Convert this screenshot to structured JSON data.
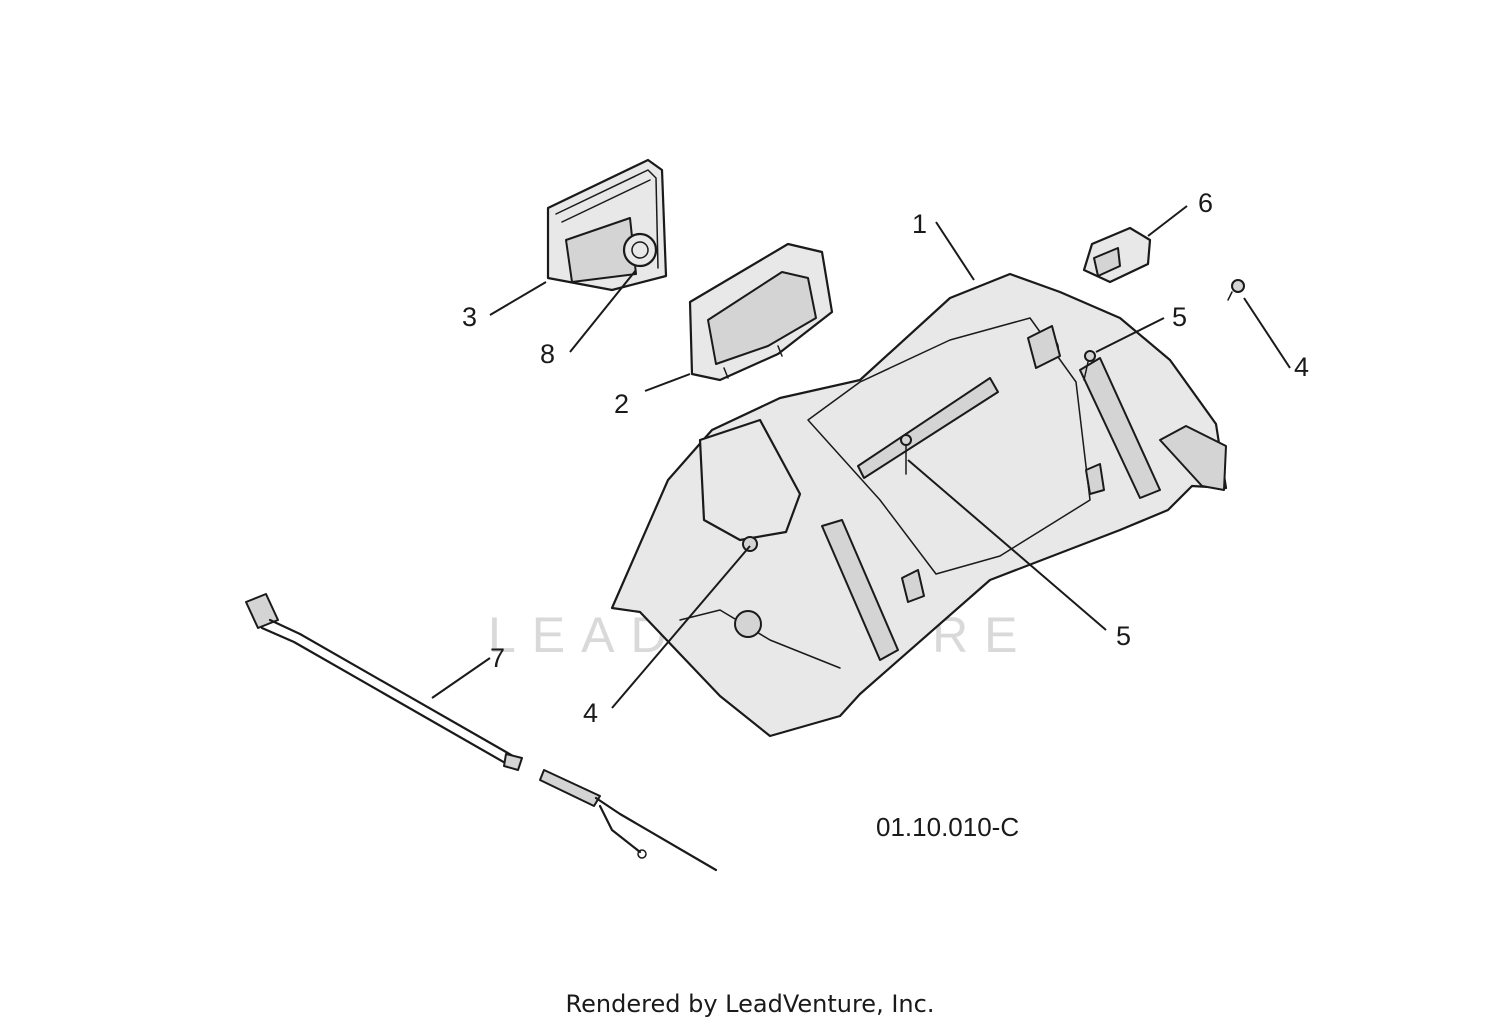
{
  "diagram": {
    "code": "01.10.010-C",
    "watermark": "LEADVENTURE",
    "footer": "Rendered by LeadVenture, Inc.",
    "callouts": [
      {
        "id": "c1",
        "label": "1",
        "part": "hood-body"
      },
      {
        "id": "c2",
        "label": "2",
        "part": "headlight-bezel"
      },
      {
        "id": "c3",
        "label": "3",
        "part": "headlight"
      },
      {
        "id": "c4a",
        "label": "4",
        "part": "screw"
      },
      {
        "id": "c4b",
        "label": "4",
        "part": "screw"
      },
      {
        "id": "c5a",
        "label": "5",
        "part": "clip"
      },
      {
        "id": "c5b",
        "label": "5",
        "part": "clip"
      },
      {
        "id": "c6",
        "label": "6",
        "part": "switch"
      },
      {
        "id": "c7",
        "label": "7",
        "part": "cable"
      },
      {
        "id": "c8",
        "label": "8",
        "part": "bulb-socket"
      }
    ]
  }
}
